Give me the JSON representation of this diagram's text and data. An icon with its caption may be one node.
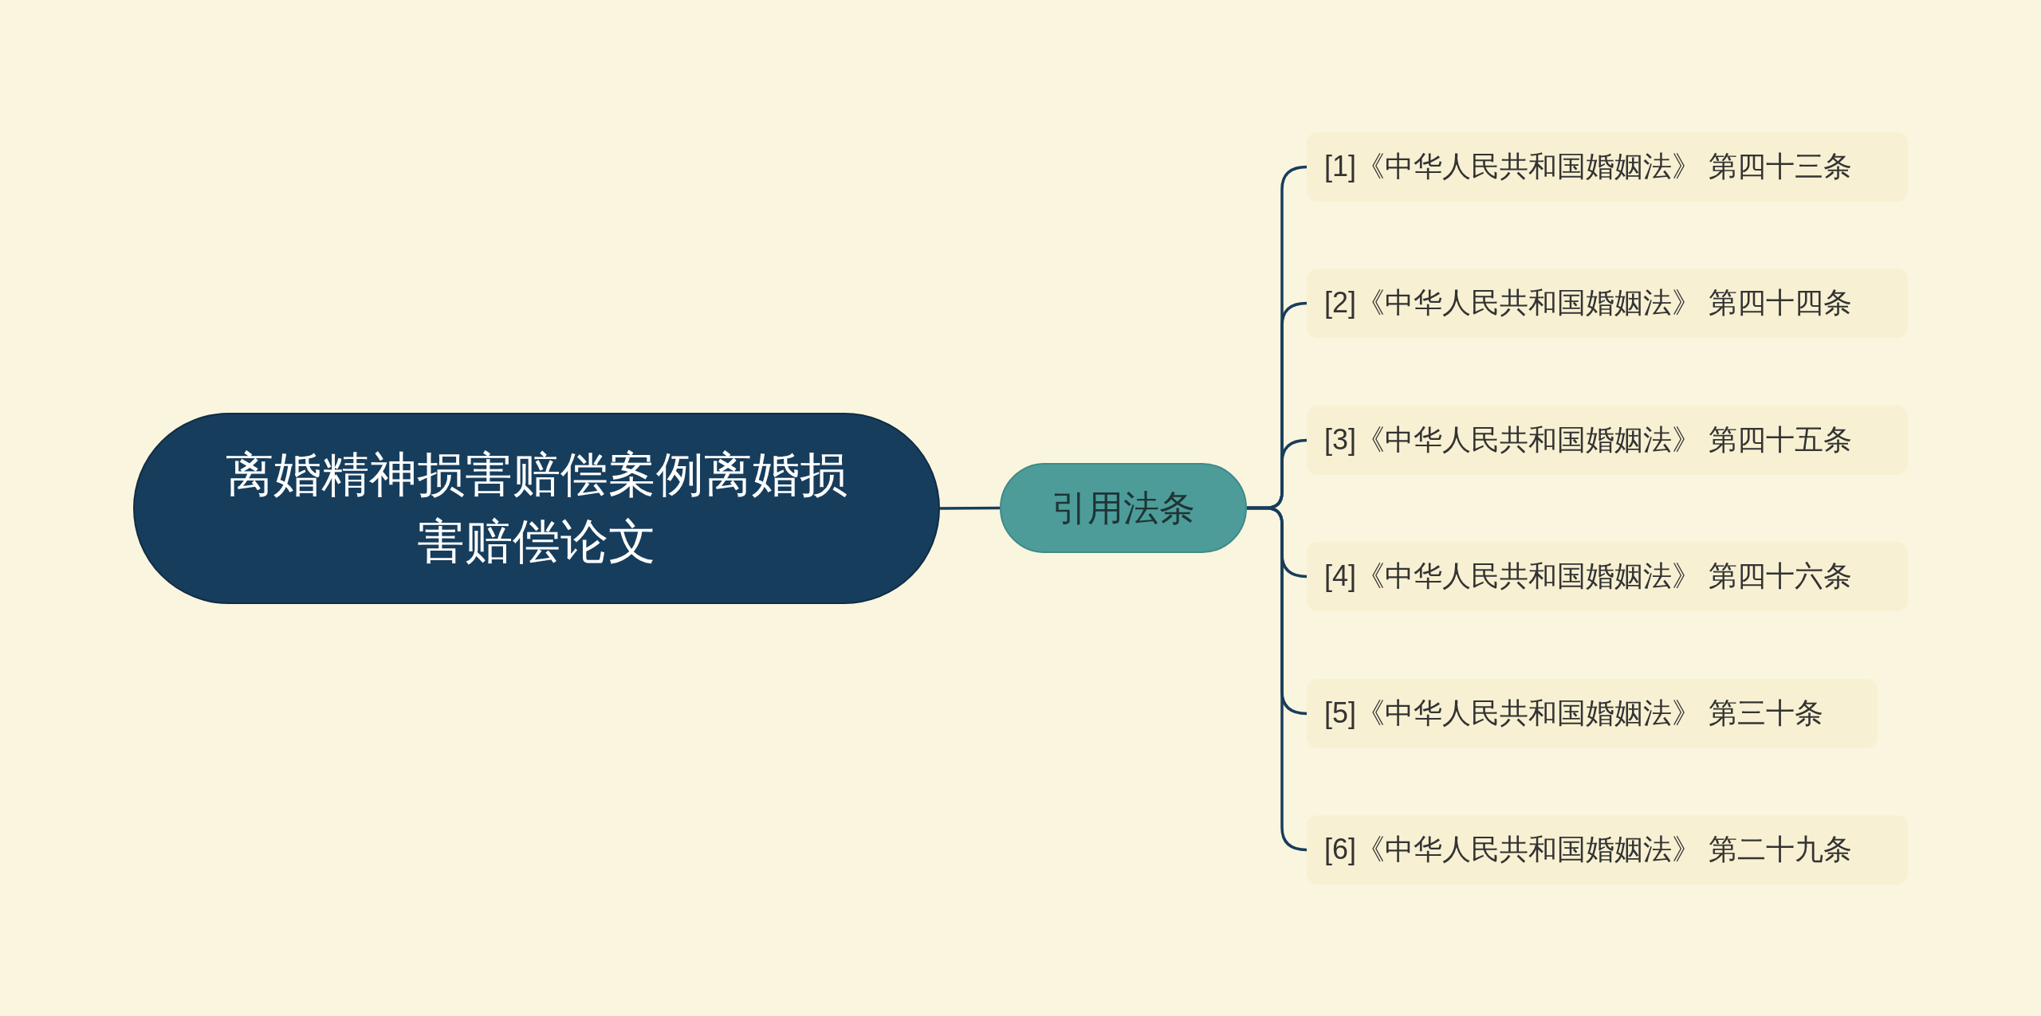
{
  "diagram": {
    "nodes": [
      {
        "text": [
          "离婚精神损害赔偿案例离婚损害赔偿论文"
        ]
      },
      {
        "text": [
          "引用法条"
        ]
      },
      {
        "text": [
          "[1]《中华人民共和国婚姻法》 第四十三条"
        ]
      },
      {
        "text": [
          "[2]《中华人民共和国婚姻法》 第四十四条"
        ]
      },
      {
        "text": [
          "[3]《中华人民共和国婚姻法》 第四十五条"
        ]
      },
      {
        "text": [
          "[4]《中华人民共和国婚姻法》 第四十六条"
        ]
      },
      {
        "text": [
          "[5]《中华人民共和国婚姻法》 第三十条"
        ]
      },
      {
        "text": [
          "[6]《中华人民共和国婚姻法》 第二十九条"
        ]
      }
    ],
    "edges": [
      {
        "from": 0,
        "to": 1,
        "arrow": "none"
      },
      {
        "from": 1,
        "to": 2,
        "arrow": "none"
      },
      {
        "from": 1,
        "to": 3,
        "arrow": "none"
      },
      {
        "from": 1,
        "to": 4,
        "arrow": "none"
      },
      {
        "from": 1,
        "to": 5,
        "arrow": "none"
      },
      {
        "from": 1,
        "to": 6,
        "arrow": "none"
      },
      {
        "from": 1,
        "to": 7,
        "arrow": "none"
      }
    ]
  }
}
